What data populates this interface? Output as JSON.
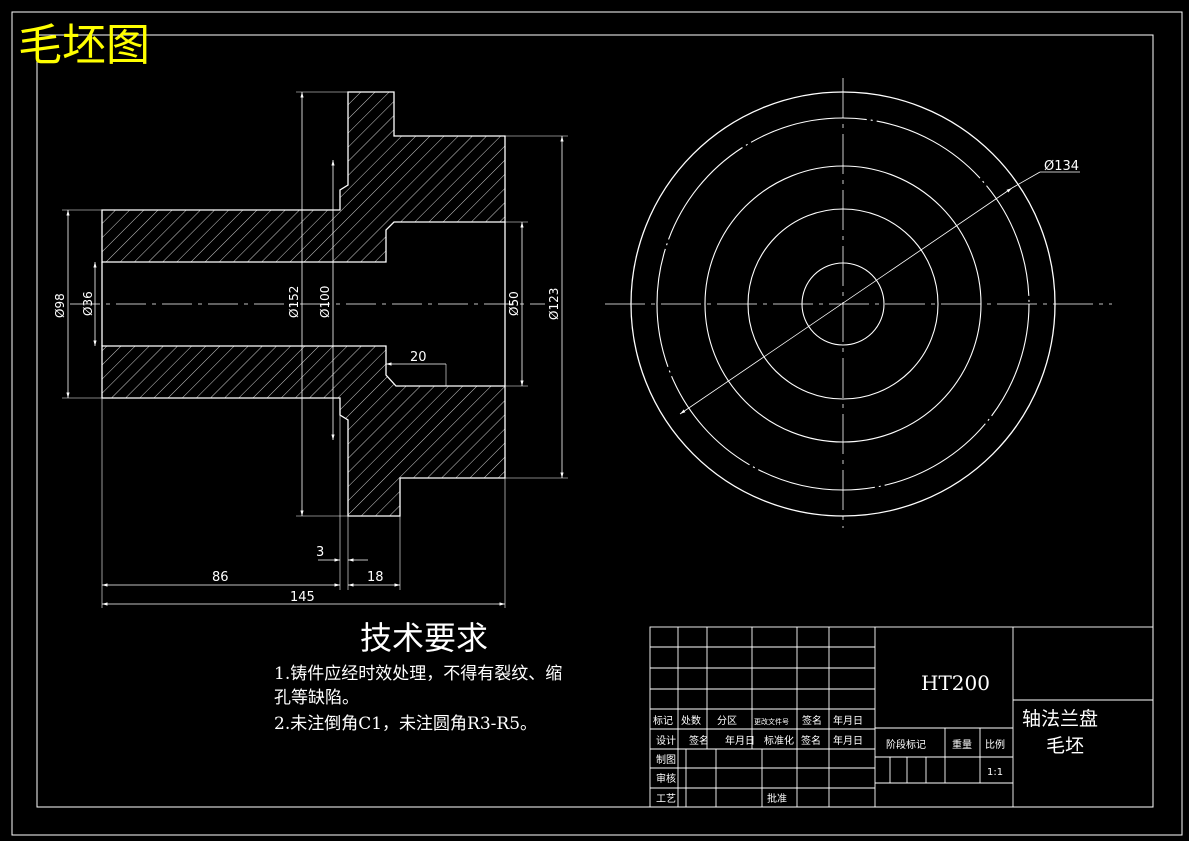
{
  "title": "毛坯图",
  "colors": {
    "background": "#000000",
    "lines": "#ffffff",
    "title": "#ffff00"
  },
  "dimensions": {
    "d98": "Ø98",
    "d36": "Ø36",
    "d152": "Ø152",
    "d100": "Ø100",
    "d50": "Ø50",
    "d123": "Ø123",
    "d134": "Ø134",
    "len20": "20",
    "len3": "3",
    "len18": "18",
    "len86": "86",
    "len145": "145"
  },
  "requirements": {
    "heading": "技术要求",
    "line1a": "1.铸件应经时效处理，不得有裂纹、缩",
    "line1b": "孔等缺陷。",
    "line2": "2.未注倒角C1，未注圆角R3-R5。"
  },
  "title_block": {
    "material": "HT200",
    "part_name_1": "轴法兰盘",
    "part_name_2": "毛坯",
    "row_marks": [
      "标记",
      "处数",
      "分区",
      "更改文件号",
      "签名",
      "年月日"
    ],
    "row_design": [
      "设计",
      "签名",
      "年月日",
      "标准化",
      "签名",
      "年月日"
    ],
    "drawing": "制图",
    "review": "审核",
    "process": "工艺",
    "approve": "批准",
    "stage_mark": "阶段标记",
    "weight": "重量",
    "scale_label": "比例",
    "scale_value": "1:1"
  }
}
